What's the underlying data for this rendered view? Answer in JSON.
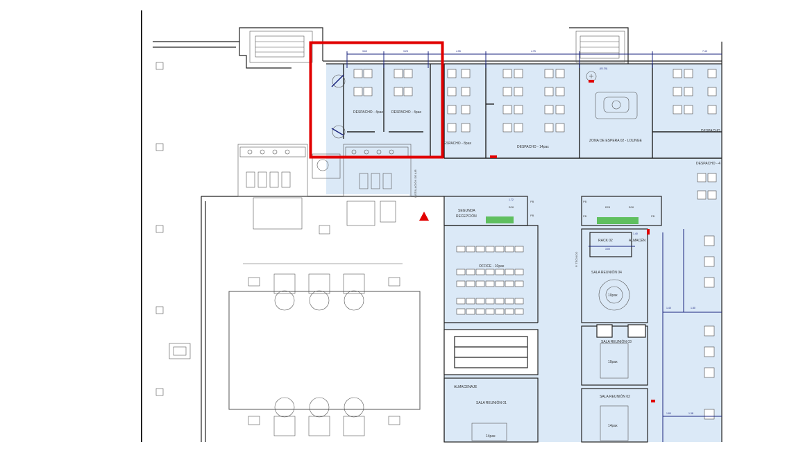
{
  "colors": {
    "office_fill": "#dbe9f7",
    "wall": "#222222",
    "dimension": "#1a237e",
    "highlight": "#e10000",
    "marker": "#e10000",
    "planter": "#5fbf5f"
  },
  "rooms": {
    "despacho_4a": "DESPACHO - 4pax",
    "despacho_4b": "DESPACHO - 4pax",
    "despacho_8": "DESPACHO - 8pax",
    "despacho_14": "DESPACHO - 14pax",
    "espera": "ZONA DE ESPERA 02 - LOUNGE",
    "despacho_right": "DESPACHO",
    "despacho_right2": "DESPACHO - 4",
    "segunda_1": "SEGUNDA",
    "segunda_2": "RECEPCIÓN",
    "office": "OFFICE - 10pax",
    "rack": "RACK 02",
    "almacen": "ALMACÉN",
    "sala04": "SALA REUNIÓN 04",
    "sala04_pax": "10pax",
    "sala03": "SALA REUNIÓN 03",
    "sala03_pax": "10pax",
    "sala02": "SALA REUNIÓN 02",
    "sala02_pax": "14pax",
    "almacenaje": "ALMACENAJE",
    "sala01": "SALA REUNIÓN 01",
    "sala01_pax": "14pax",
    "instalacion": "INSTALACIÓN DE AIR",
    "patinillo": "P. TÉCNICO",
    "pb": "PB",
    "b28": "B28"
  },
  "dimensions": {
    "d1": "3.60",
    "d2": "3.25",
    "d3": "4.95",
    "d4": "4.75",
    "d5": "7.40",
    "d6": "(01.20)",
    "d7": "1.72",
    "d8": "1.40",
    "d9": "3.00",
    "d10": "1.40",
    "d11": "1.80",
    "d12": "1.80",
    "d13": "1.38"
  },
  "highlight": {
    "label": "selected-area"
  }
}
